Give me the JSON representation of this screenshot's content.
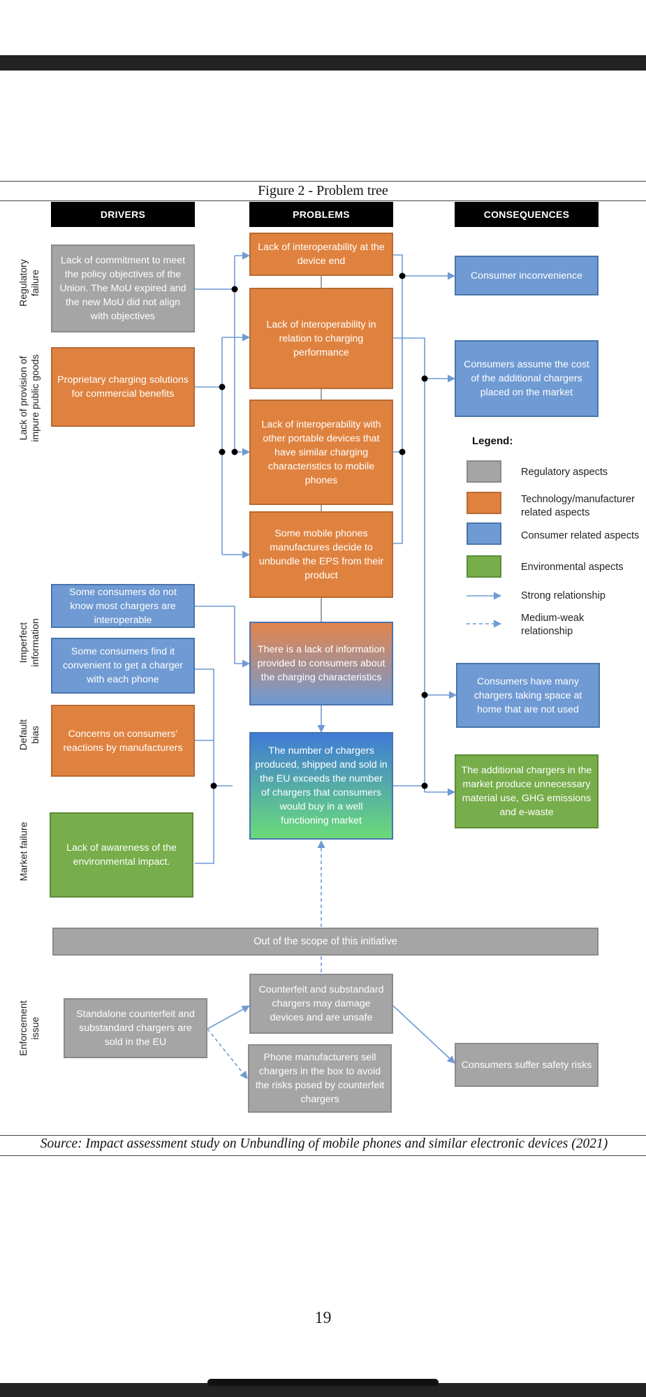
{
  "figure_title": "Figure 2 - Problem tree",
  "headers": {
    "drivers": "DRIVERS",
    "problems": "PROBLEMS",
    "consequences": "CONSEQUENCES"
  },
  "side_labels": {
    "regulatory_failure": "Regulatory failure",
    "lack_of_provision": "Lack of provision of impure public goods",
    "imperfect_information": "Imperfect information",
    "default_bias": "Default bias",
    "market_failure": "Market failure",
    "enforcement_issue": "Enforcement issue"
  },
  "drivers": {
    "d1": "Lack of commitment to meet the policy objectives of the Union. The MoU expired and the new MoU did not align with objectives",
    "d2": "Proprietary charging solutions for commercial benefits",
    "d3": "Some consumers do not know most chargers are interoperable",
    "d4": "Some consumers find it convenient to get a charger with each phone",
    "d5": "Concerns on consumers’ reactions by manufacturers",
    "d6": "Lack of awareness of the environmental impact."
  },
  "problems": {
    "p1": "Lack of interoperability at the device end",
    "p2": "Lack of interoperability in relation to charging performance",
    "p3": "Lack of interoperability with other portable devices that have similar charging characteristics to mobile phones",
    "p4": "Some mobile phones manufactures decide to unbundle the EPS from their product",
    "p5": "There is a lack of information provided to consumers about the charging characteristics",
    "p6": "The number of chargers produced, shipped and sold in the EU exceeds the number of chargers that consumers would buy in a well functioning market"
  },
  "consequences": {
    "c1": "Consumer inconvenience",
    "c2": "Consumers assume the cost of the additional chargers placed on the market",
    "c3": "Consumers have many chargers taking space at home that are not used",
    "c4": "The additional chargers in the market produce unnecessary material use, GHG emissions and e-waste"
  },
  "legend": {
    "title": "Legend:",
    "regulatory": "Regulatory aspects",
    "technology": "Technology/manufacturer related aspects",
    "consumer": "Consumer related aspects",
    "environmental": "Environmental aspects",
    "strong": "Strong relationship",
    "medium": "Medium-weak relationship"
  },
  "out_of_scope": "Out of the scope of this initiative",
  "enforcement": {
    "e1": "Standalone counterfeit and substandard chargers are sold in the EU",
    "e2": "Counterfeit and substandard chargers may damage devices and are unsafe",
    "e3": "Phone manufacturers sell chargers in the box to avoid the risks posed by counterfeit chargers",
    "e4": "Consumers suffer safety risks"
  },
  "source": "Source: Impact assessment study on Unbundling of mobile phones and similar electronic devices (2021)",
  "page_number": "19",
  "colors": {
    "regulatory": "#a5a5a5",
    "technology": "#e0823f",
    "consumer": "#6f9ad3",
    "environmental": "#77ad4a",
    "connector": "#6f9ad3",
    "header": "#000000"
  }
}
